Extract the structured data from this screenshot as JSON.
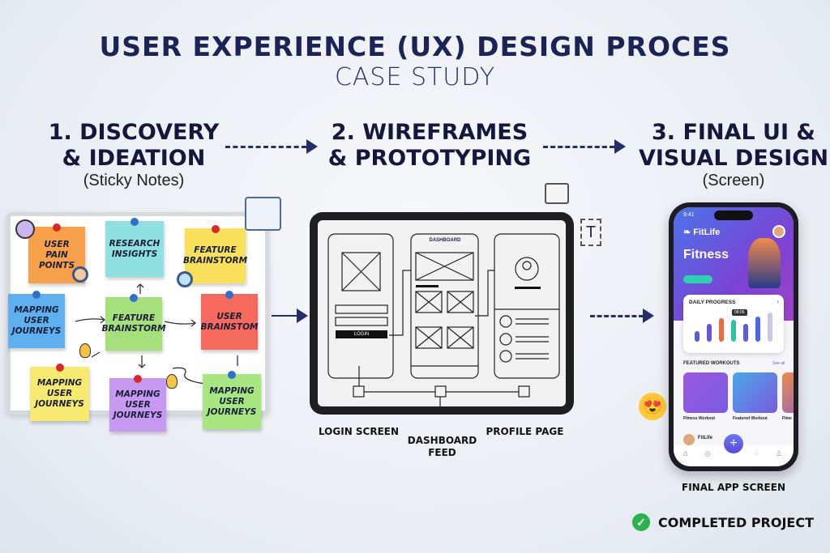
{
  "header": {
    "title": "USER EXPERIENCE (UX) DESIGN PROCES",
    "subtitle": "CASE STUDY"
  },
  "steps": [
    {
      "line1": "1. DISCOVERY",
      "line2": "& IDEATION",
      "sub": "(Sticky Notes)"
    },
    {
      "line1": "2. WIREFRAMES",
      "line2": "& PROTOTYPING",
      "sub": ""
    },
    {
      "line1": "3. FINAL UI &",
      "line2": "VISUAL DESIGN",
      "sub": "(Screen)"
    }
  ],
  "sticky_notes": [
    {
      "text": "USER PAIN POINTS",
      "color": "#f7a24a",
      "pin": "#d8282a"
    },
    {
      "text": "RESEARCH INSIGHTS",
      "color": "#8fe0e0",
      "pin": "#2e6fd0"
    },
    {
      "text": "FEATURE BRAINSTORM",
      "color": "#f8e05a",
      "pin": "#d8282a"
    },
    {
      "text": "MAPPING USER JOURNEYS",
      "color": "#5eb0ee",
      "pin": "#2e6fd0"
    },
    {
      "text": "FEATURE BRAINSTORM",
      "color": "#a6e07a",
      "pin": "#2e6fd0"
    },
    {
      "text": "USER BRAINSTOM",
      "color": "#f56a5c",
      "pin": "#2e6fd0"
    },
    {
      "text": "MAPPING USER JOURNEYS",
      "color": "#f8ea70",
      "pin": "#d8282a"
    },
    {
      "text": "MAPPING USER JOURNEYS",
      "color": "#c59af0",
      "pin": "#d8282a"
    },
    {
      "text": "MAPPING USER JOURNEYS",
      "color": "#a8e682",
      "pin": "#2e6fd0"
    }
  ],
  "wireframes": {
    "login_button": "LOGIN",
    "dashboard_header": "DASHBOARD",
    "labels": {
      "login": "LOGIN SCREEN",
      "dashboard": "DASHBOARD FEED",
      "profile": "PROFILE PAGE"
    }
  },
  "app": {
    "time": "9:41",
    "brand": "FitLife",
    "hero_title": "Fitness",
    "progress_title": "DAILY PROGRESS",
    "tooltip": "08:06",
    "bars": [
      {
        "level": 0.35,
        "color": "#5a5fd8"
      },
      {
        "level": 0.6,
        "color": "#6a55d0"
      },
      {
        "level": 0.8,
        "color": "#f06a3a"
      },
      {
        "level": 0.75,
        "color": "#2cc4a0"
      },
      {
        "level": 0.6,
        "color": "#5a5fd8"
      },
      {
        "level": 0.85,
        "color": "#4a68e0"
      },
      {
        "level": 1.0,
        "color": "#c8c8e8"
      }
    ],
    "featured_title": "FEATURED WORKOUTS",
    "see_all": "See all",
    "workouts": [
      {
        "name": "Fitness Workout",
        "color": "#9a5ae0"
      },
      {
        "name": "Featured Workout",
        "color": "#4aa8e8"
      },
      {
        "name": "Fitne",
        "color": "#f08a4a"
      }
    ],
    "footer_name": "FitLife",
    "caption": "FINAL APP SCREEN"
  },
  "status": {
    "label": "COMPLETED PROJECT",
    "color": "#2bb24c"
  },
  "colors": {
    "navy": "#1b2455"
  }
}
